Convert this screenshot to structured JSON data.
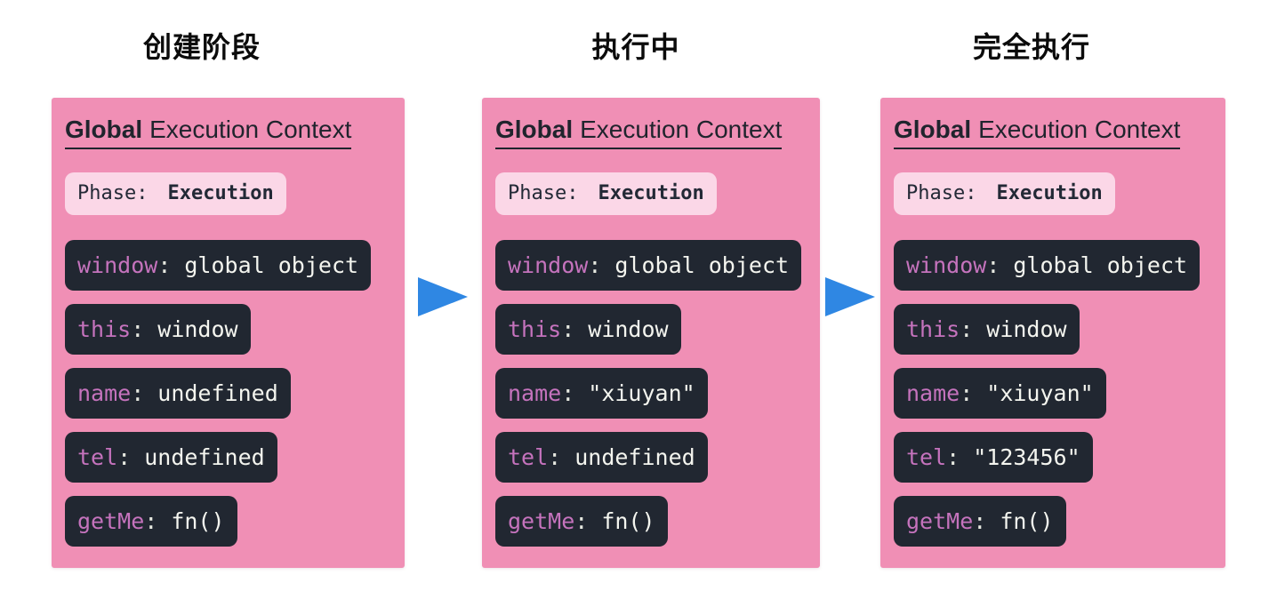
{
  "diagram": {
    "stage_headers": [
      {
        "label": "创建阶段"
      },
      {
        "label": "执行中"
      },
      {
        "label": "完全执行"
      }
    ],
    "syntax": {
      "colon": ":"
    },
    "panels": [
      {
        "title_bold": "Global",
        "title_rest": "Execution Context",
        "badge": {
          "key": "Phase",
          "value": "Execution"
        },
        "entries": [
          {
            "key": "window",
            "value": "global object"
          },
          {
            "key": "this",
            "value": "window"
          },
          {
            "key": "name",
            "value": "undefined"
          },
          {
            "key": "tel",
            "value": "undefined"
          },
          {
            "key": "getMe",
            "value": "fn()"
          }
        ]
      },
      {
        "title_bold": "Global",
        "title_rest": "Execution Context",
        "badge": {
          "key": "Phase",
          "value": "Execution"
        },
        "entries": [
          {
            "key": "window",
            "value": "global object"
          },
          {
            "key": "this",
            "value": "window"
          },
          {
            "key": "name",
            "value": "\"xiuyan\""
          },
          {
            "key": "tel",
            "value": "undefined"
          },
          {
            "key": "getMe",
            "value": "fn()"
          }
        ]
      },
      {
        "title_bold": "Global",
        "title_rest": "Execution Context",
        "badge": {
          "key": "Phase",
          "value": "Execution"
        },
        "entries": [
          {
            "key": "window",
            "value": "global object"
          },
          {
            "key": "this",
            "value": "window"
          },
          {
            "key": "name",
            "value": "\"xiuyan\""
          },
          {
            "key": "tel",
            "value": "\"123456\""
          },
          {
            "key": "getMe",
            "value": "fn()"
          }
        ]
      }
    ],
    "colors": {
      "panel_pink": "#f08fb5",
      "badge_pink": "#fbd7e7",
      "chip_dark": "#212731",
      "key_purple": "#c573bd",
      "value_white": "#f4f5ef",
      "title_dark": "#20242d",
      "arrow_blue": "#2f87e3"
    }
  }
}
